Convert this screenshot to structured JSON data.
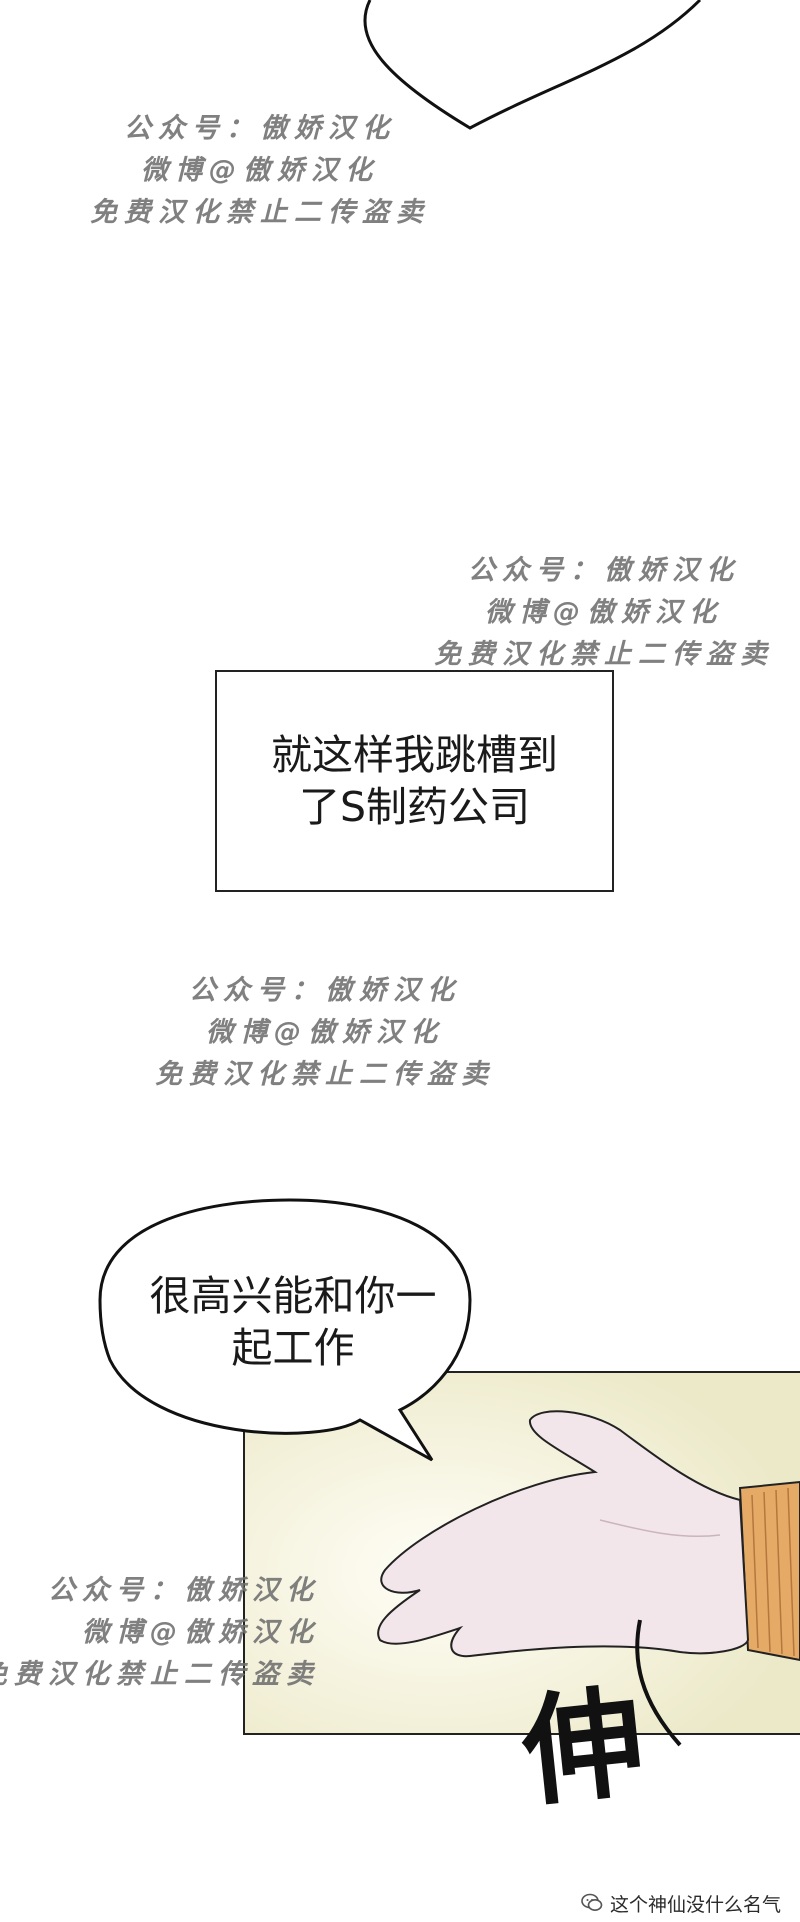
{
  "watermark": {
    "line1": "公众号：傲娇汉化",
    "line2": "微博@傲娇汉化",
    "line3": "免费汉化禁止二传盗卖"
  },
  "caption": {
    "line1": "就这样我跳槽到",
    "line2": "了S制药公司"
  },
  "speech_bubble": {
    "line1": "很高兴能和你一",
    "line2": "起工作"
  },
  "sound_effect": "伸",
  "footer": {
    "account": "这个神仙没什么名气"
  },
  "colors": {
    "panel_bg": "#efedd2",
    "sleeve": "#e4aa66",
    "hand": "#f3e6ea",
    "ink": "#1a1a1a"
  }
}
